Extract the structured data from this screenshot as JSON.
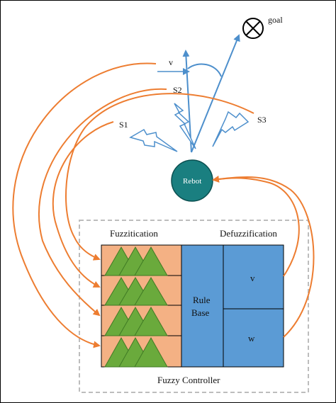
{
  "labels": {
    "goal": "goal",
    "v_top": "v",
    "s1": "S1",
    "s2": "S2",
    "s3": "S3",
    "robot": "Rebot",
    "fuzzification": "Fuzzitication",
    "defuzzification": "Defuzzification",
    "rule_base_line1": "Rule",
    "rule_base_line2": "Base",
    "out_v": "v",
    "out_w": "w",
    "controller": "Fuzzy Controller"
  },
  "colors": {
    "robot": "#1a7f80",
    "robot_stroke": "#0b4f50",
    "fuzz_bg": "#f4b184",
    "triangle": "#6aaa3c",
    "triangle_stroke": "#3f7a24",
    "rule_base": "#5b9bd5",
    "defuzz": "#5b9bd5",
    "arrow_orange": "#ed7d31",
    "arrow_blue": "#4d8fcc",
    "dashed_box": "#bdbdbd"
  }
}
